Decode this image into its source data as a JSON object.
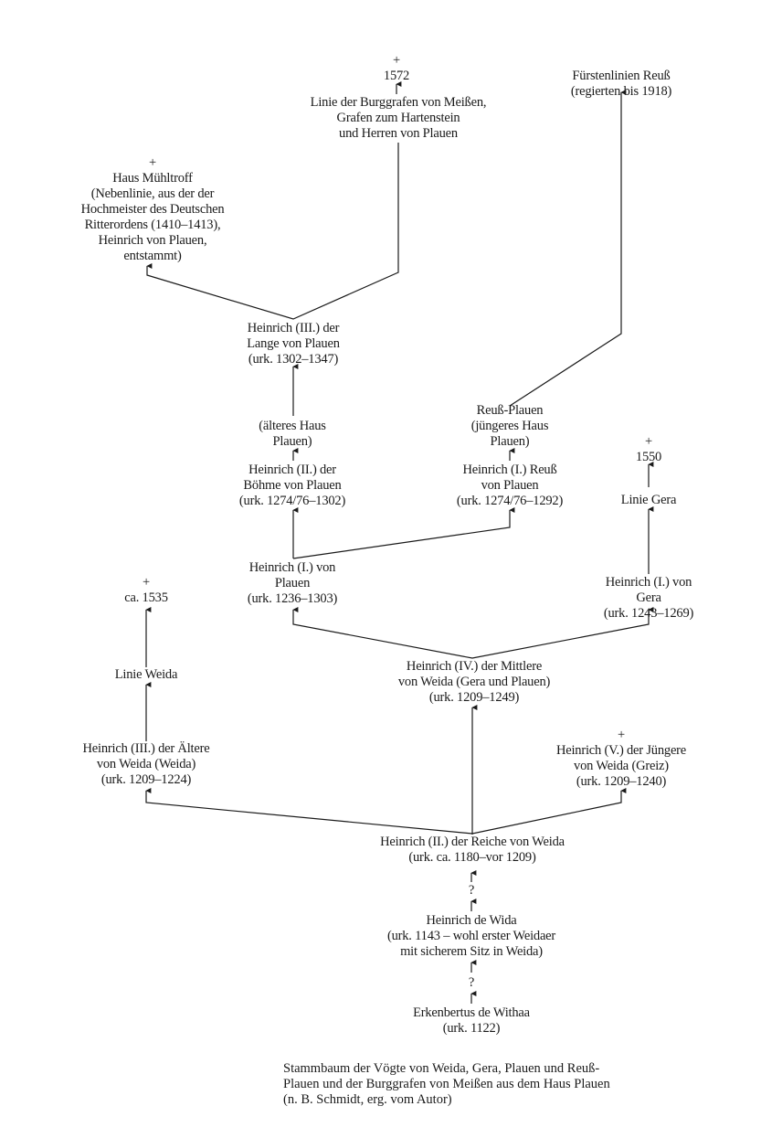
{
  "nodes": {
    "burggrafen_end": "+\n1572",
    "burggrafen": "Linie der Burggrafen von Meißen,\nGrafen zum Hartenstein\nund Herren von Plauen",
    "fuerstenlinien": "Fürstenlinien Reuß\n(regierten bis 1918)",
    "muehltroff": "+\nHaus Mühltroff\n(Nebenlinie, aus der der\nHochmeister des Deutschen\nRitterordens (1410–1413),\nHeinrich von Plauen,\nentstammt)",
    "heinrich_iii_lange": "Heinrich (III.) der\nLange von Plauen\n(urk. 1302–1347)",
    "aelteres_haus": "(älteres Haus\nPlauen)",
    "reuss_plauen": "Reuß-Plauen\n(jüngeres Haus\nPlauen)",
    "heinrich_ii_boehme": "Heinrich (II.) der\nBöhme von Plauen\n(urk. 1274/76–1302)",
    "heinrich_i_reuss": "Heinrich (I.) Reuß\nvon Plauen\n(urk. 1274/76–1292)",
    "gera_end": "+\n1550",
    "linie_gera": "Linie Gera",
    "heinrich_i_plauen": "Heinrich (I.) von\nPlauen\n(urk. 1236–1303)",
    "weida_end": "+\nca. 1535",
    "heinrich_i_gera": "Heinrich (I.) von Gera\n(urk. 1243–1269)",
    "linie_weida": "Linie Weida",
    "heinrich_iv_mittlere": "Heinrich (IV.) der Mittlere\nvon Weida (Gera und Plauen)\n(urk. 1209–1249)",
    "heinrich_iii_aeltere": "Heinrich (III.) der Ältere\nvon Weida (Weida)\n(urk. 1209–1224)",
    "heinrich_v_juengere": "+\nHeinrich (V.) der Jüngere\nvon Weida (Greiz)\n(urk. 1209–1240)",
    "heinrich_ii_reiche": "Heinrich (II.) der Reiche von Weida\n(urk. ca. 1180–vor 1209)",
    "question_1": "?",
    "heinrich_de_wida": "Heinrich de Wida\n(urk. 1143 – wohl erster Weidaer\nmit sicherem Sitz in Weida)",
    "question_2": "?",
    "erkenbertus": "Erkenbertus de Withaa\n(urk. 1122)"
  },
  "caption": "Stammbaum der Vögte von Weida, Gera, Plauen und Reuß-\nPlauen und der Burggrafen von Meißen aus dem Haus Plauen\n(n. B. Schmidt, erg. vom Autor)"
}
